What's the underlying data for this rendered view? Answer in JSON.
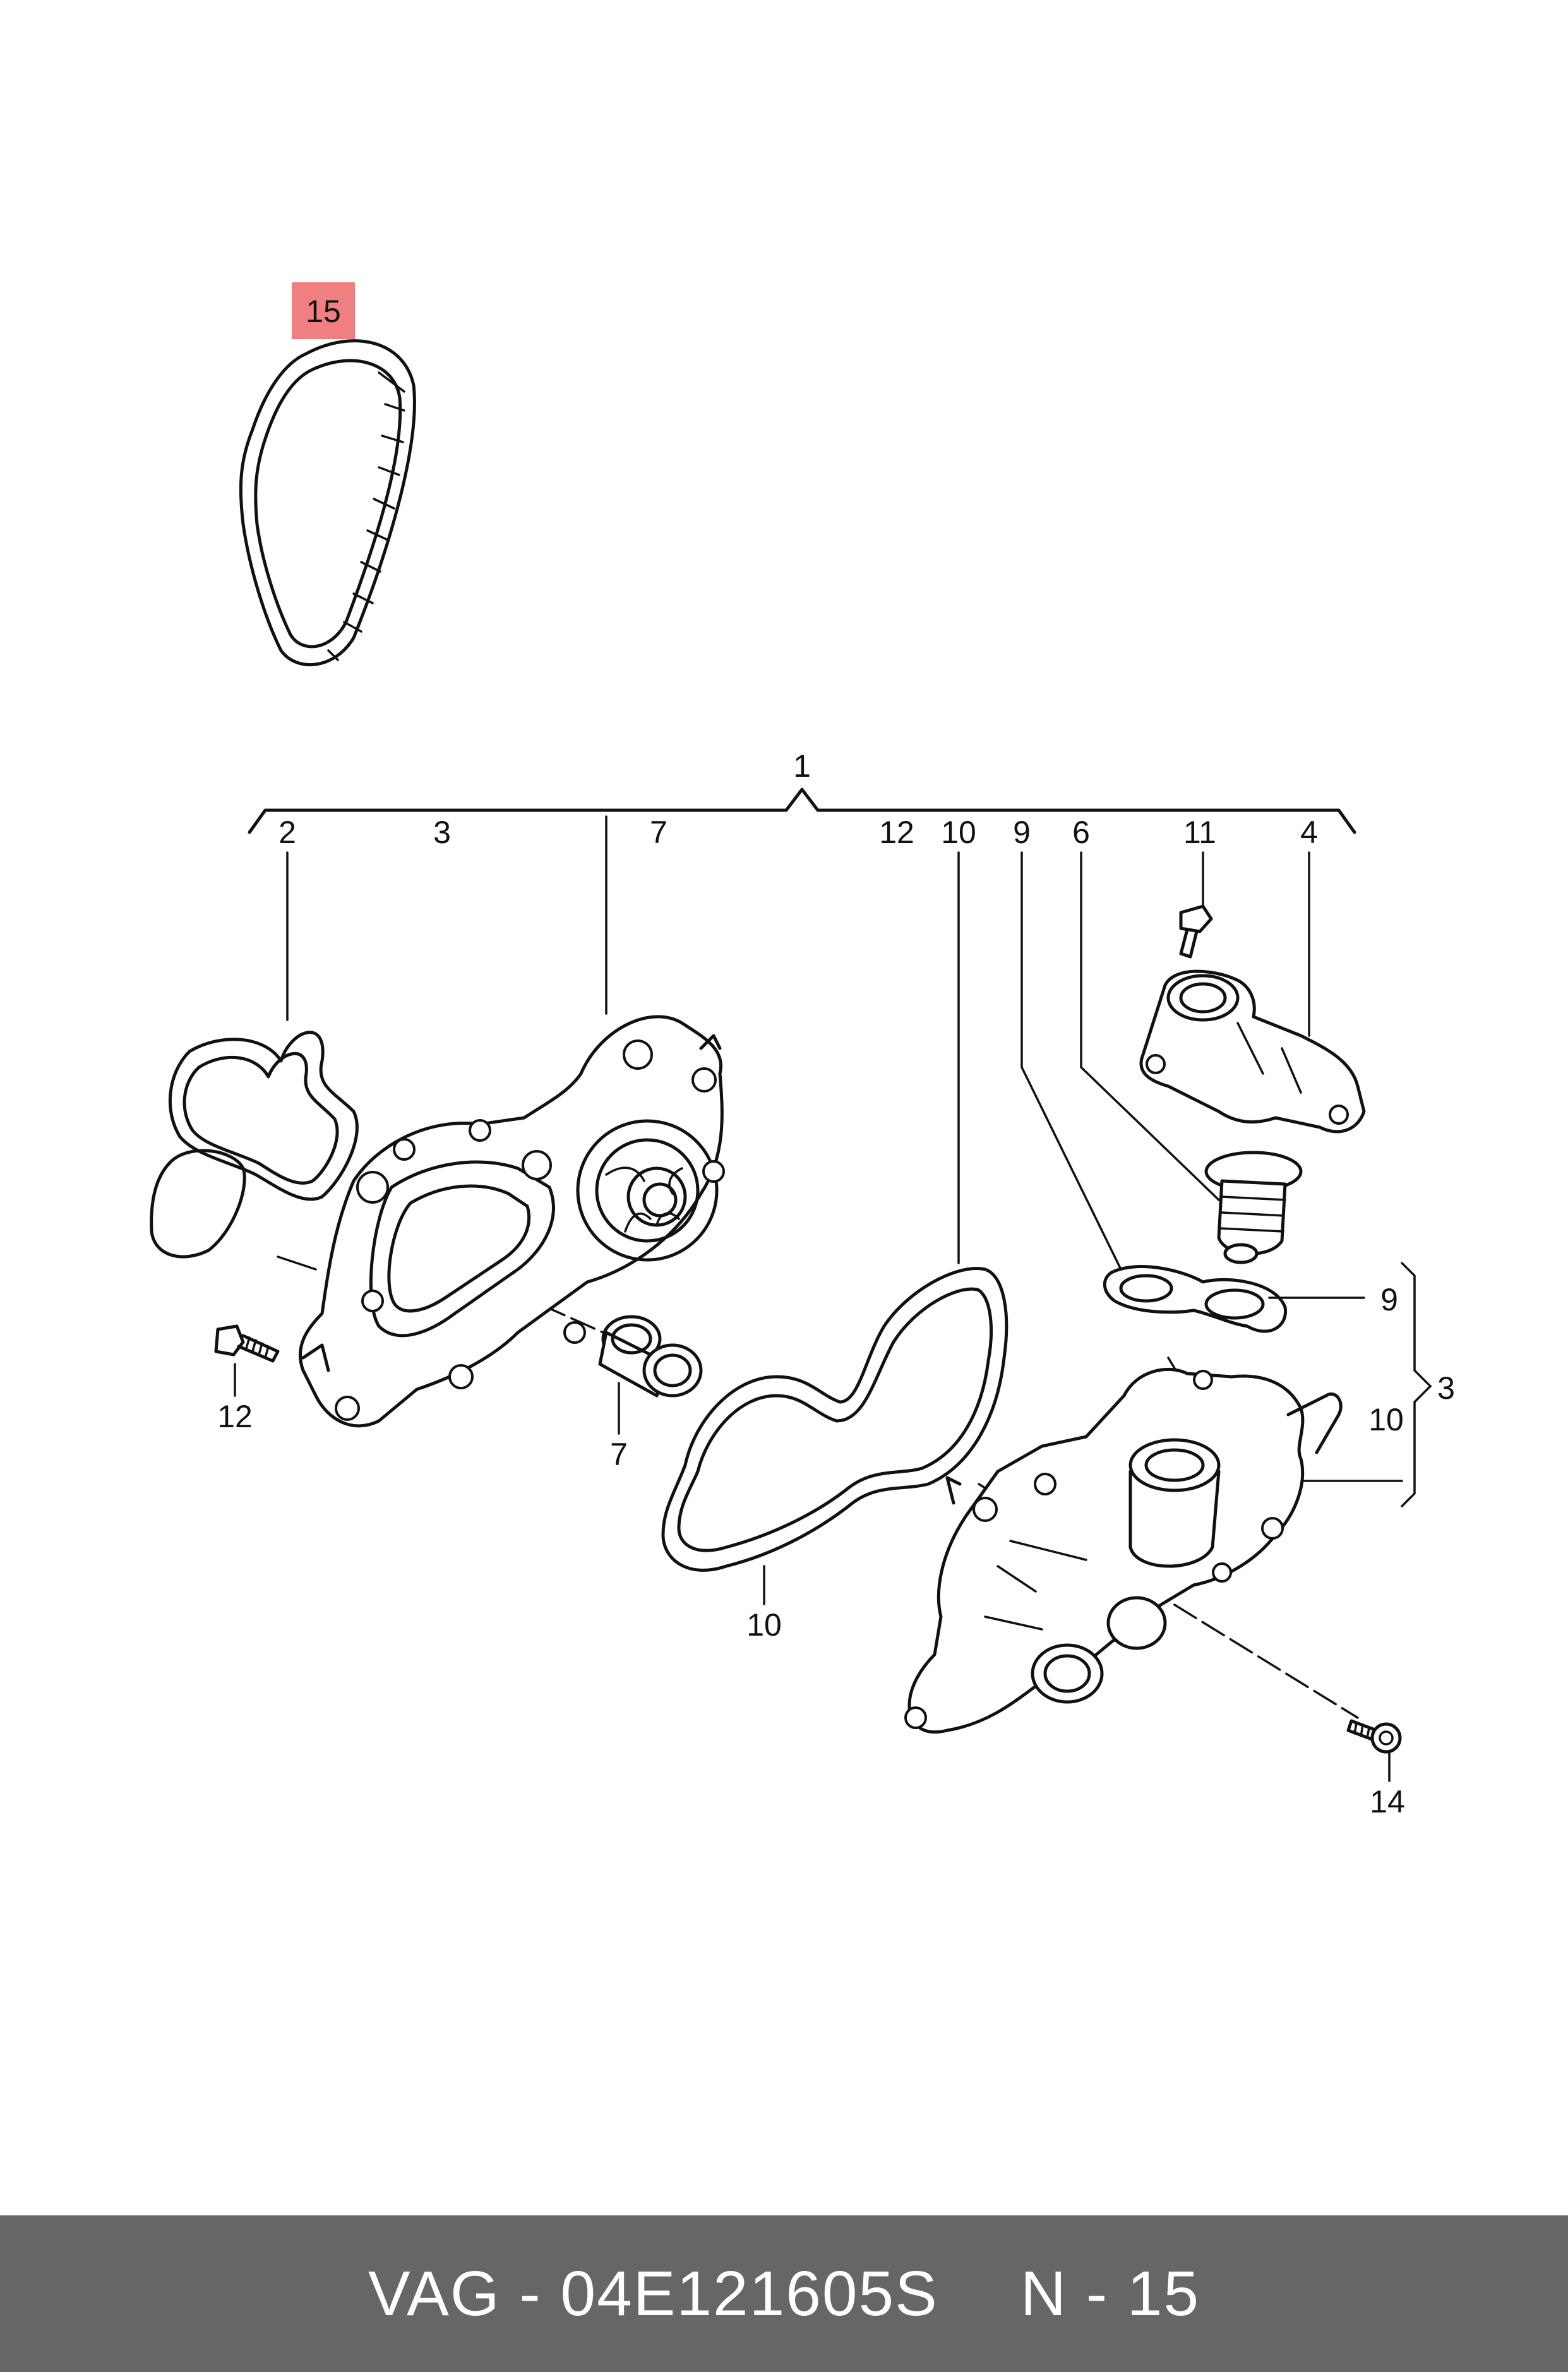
{
  "callouts": {
    "c15_top": "15",
    "c1": "1",
    "c2": "2",
    "c3_top": "3",
    "c7_top": "7",
    "c12_top": "12",
    "c10_top": "10",
    "c9_top": "9",
    "c6": "6",
    "c11": "11",
    "c4": "4",
    "c12_bottom": "12",
    "c7_bottom": "7",
    "c10_bottom": "10",
    "c9_right": "9",
    "c10_right": "10",
    "c3_right": "3",
    "c14": "14"
  },
  "highlight_color": "#f08080",
  "footer": {
    "part_number": "VAG - 04E121605S",
    "diagram_ref": "N - 15"
  }
}
